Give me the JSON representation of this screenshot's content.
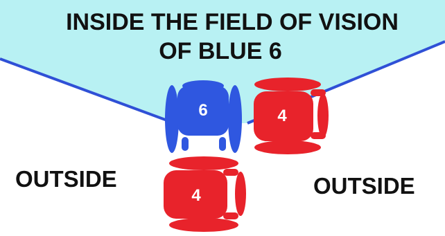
{
  "title_line1": "INSIDE THE FIELD OF VISION",
  "title_line2": "OF BLUE 6",
  "outside_left": "OUTSIDE",
  "outside_right": "OUTSIDE",
  "players": {
    "blue": {
      "number": "6",
      "color": "#2f57e0"
    },
    "red_right": {
      "number": "4",
      "color": "#e8232b"
    },
    "red_bottom": {
      "number": "4",
      "color": "#e8232b"
    }
  },
  "colors": {
    "field_fill": "#b8f1f3",
    "field_line": "#2f50d6"
  }
}
